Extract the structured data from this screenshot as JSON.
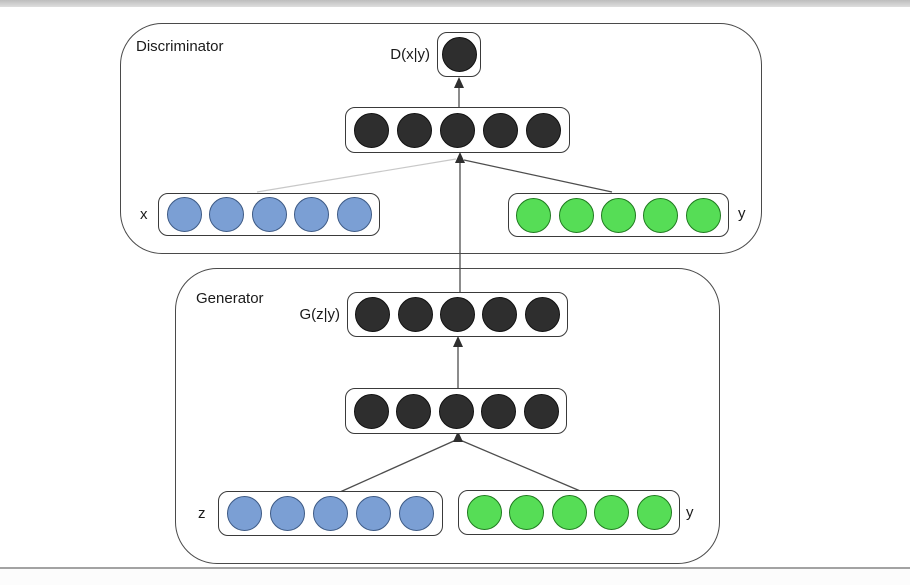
{
  "colors": {
    "blue": "#7b9fd4",
    "blue_border": "#3d5a85",
    "green": "#56dd56",
    "green_border": "#1f7a1f",
    "dark": "#2e2e2e",
    "dark_border": "#111111"
  },
  "discriminator": {
    "label": "Discriminator",
    "output_label": "D(x|y)",
    "output_layer": {
      "count": 1,
      "color": "dark"
    },
    "hidden_layer": {
      "count": 5,
      "color": "dark"
    },
    "x_label": "x",
    "x_layer": {
      "count": 5,
      "color": "blue"
    },
    "y_label": "y",
    "y_layer": {
      "count": 5,
      "color": "green"
    }
  },
  "generator": {
    "label": "Generator",
    "output_label": "G(z|y)",
    "output_layer": {
      "count": 5,
      "color": "dark"
    },
    "hidden_layer": {
      "count": 5,
      "color": "dark"
    },
    "z_label": "z",
    "z_layer": {
      "count": 5,
      "color": "blue"
    },
    "y_label": "y",
    "y_layer": {
      "count": 5,
      "color": "green"
    }
  }
}
